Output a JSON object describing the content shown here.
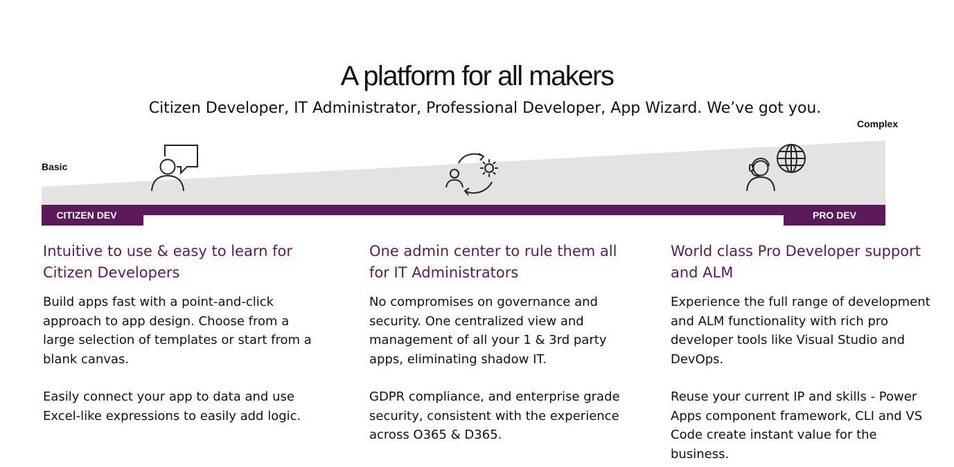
{
  "header": {
    "title": "A platform for all makers",
    "subtitle": "Citizen Developer, IT Administrator, Professional Developer, App Wizard. We’ve got you."
  },
  "scale": {
    "low_label": "Basic",
    "high_label": "Complex",
    "left_tag": "CITIZEN DEV",
    "right_tag": "PRO DEV"
  },
  "icons": {
    "left": "person-speech-bubble-icon",
    "middle": "person-gear-sync-icon",
    "right": "headset-person-globe-icon"
  },
  "columns": [
    {
      "heading": "Intuitive to use & easy to learn for Citizen Developers",
      "paragraph1": "Build apps fast with a point-and-click approach to app design. Choose from a large selection of templates or start from a blank canvas.",
      "paragraph2": "Easily connect your app to data and use Excel-like expressions to easily add logic."
    },
    {
      "heading": "One admin center to rule them all for IT Administrators",
      "paragraph1": "No compromises on governance and security. One centralized view and management of all your 1 & 3rd party apps, eliminating shadow IT.",
      "paragraph2": "GDPR compliance, and enterprise grade security, consistent with the experience across O365 & D365."
    },
    {
      "heading": "World class Pro Developer support and ALM",
      "paragraph1": "Experience the full range of development and ALM functionality with rich pro developer tools like Visual Studio and DevOps.",
      "paragraph2": "Reuse your current IP and skills - Power Apps component framework, CLI and VS Code create instant value for the business."
    }
  ],
  "colors": {
    "accent": "#5b1a5a",
    "ramp": "#e3e3e3"
  }
}
